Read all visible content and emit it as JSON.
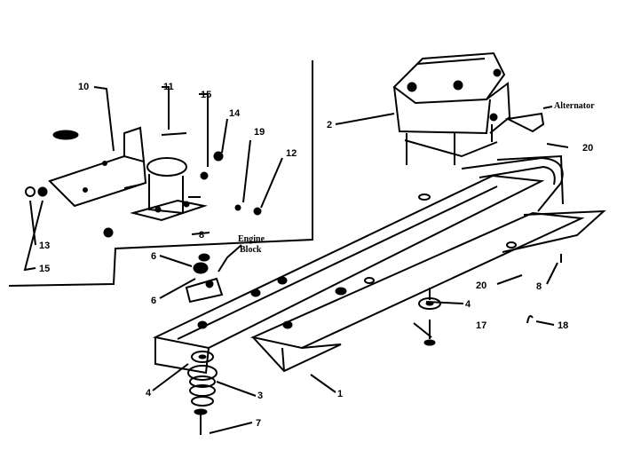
{
  "diagram": {
    "callouts": {
      "c1": "1",
      "c2": "2",
      "c3": "3",
      "c4a": "4",
      "c4b": "4",
      "c6a": "6",
      "c6b": "6",
      "c7": "7",
      "c8a": "8",
      "c8b": "8",
      "c10": "10",
      "c11": "11",
      "c12": "12",
      "c13": "13",
      "c14": "14",
      "c15a": "15",
      "c15b": "15",
      "c17": "17",
      "c18": "18",
      "c19": "19",
      "c20a": "20",
      "c20b": "20"
    },
    "notes": {
      "engine_line1": "Engine",
      "engine_line2": "Block",
      "alternator": "Alternator"
    },
    "colors": {
      "ink": "#000000",
      "paper": "#ffffff"
    }
  }
}
